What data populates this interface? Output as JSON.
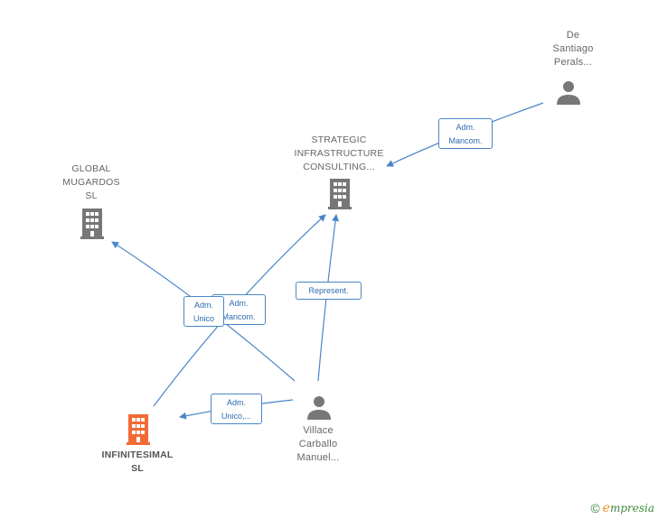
{
  "nodes": {
    "de_santiago": {
      "label": "De\nSantiago\nPerals...",
      "type": "person"
    },
    "strategic": {
      "label": "STRATEGIC\nINFRASTRUCTURE\nCONSULTING...",
      "type": "company"
    },
    "global_mugardos": {
      "label": "GLOBAL\nMUGARDOS\nSL",
      "type": "company"
    },
    "infinitesimal": {
      "label": "INFINITESIMAL\nSL",
      "type": "company-focus"
    },
    "villace": {
      "label": "Villace\nCarballo\nManuel...",
      "type": "person"
    }
  },
  "roles": {
    "adm_mancom_top": "Adm.\nMancom.",
    "represent": "Represent.",
    "adm_mancom_mid": "Adm.\nMancom.",
    "adm_unico_mid": "Adm.\nUnico",
    "adm_unico_bottom": "Adm.\nUnico,..."
  },
  "colors": {
    "edge": "#4a86c8",
    "company_icon": "#777777",
    "person_icon": "#777777",
    "focus_icon": "#f26a35"
  },
  "footer": {
    "copyright": "©",
    "brand_initial": "e",
    "brand_rest": "mpresia"
  }
}
